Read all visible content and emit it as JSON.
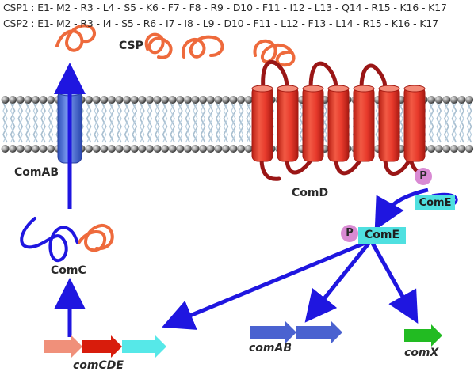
{
  "sequences": {
    "csp1": "CSP1 : E1- M2 - R3 - L4 - S5 - K6 - F7 - F8 - R9 - D10 - F11 - I12 - L13 - Q14 - R15 - K16 - K17",
    "csp2": "CSP2 : E1- M2 - R3 - I4 - S5 - R6 - I7 - I8 - L9 - D10 - F11 - L12 - F13 - L14 - R15 - K16 - K17"
  },
  "labels": {
    "csp": "CSP",
    "comab_protein": "ComAB",
    "comd": "ComD",
    "comc": "ComC",
    "come_membrane": "ComE",
    "come_free": "ComE",
    "phospho_1": "P",
    "phospho_2": "P"
  },
  "genes": {
    "comcde": "comCDE",
    "comab": "comAB",
    "comx": "comX"
  },
  "colors": {
    "blue_arrow": "#1f16e0",
    "peptide": "#ee6a3c",
    "comd_red": "#e83a2c",
    "comd_loop": "#9a1616",
    "comab_blue": "#4a74e6",
    "come_cyan": "#4fe0e0",
    "phospho_pink": "#d98ad3",
    "gene_comc": "#f0907a",
    "gene_comd": "#d81c0c",
    "gene_come": "#56e8e8",
    "gene_comab": "#4a62d0",
    "gene_comx": "#22bb22"
  }
}
